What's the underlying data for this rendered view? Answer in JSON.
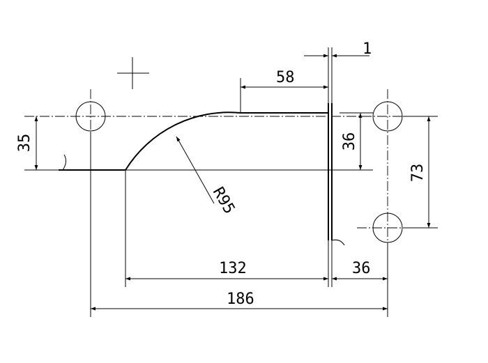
{
  "dimensions": {
    "d1": "1",
    "d58": "58",
    "d35": "35",
    "d36_vertical": "36",
    "d73": "73",
    "radius": "R95",
    "d132": "132",
    "d36_horizontal": "36",
    "d186": "186"
  }
}
